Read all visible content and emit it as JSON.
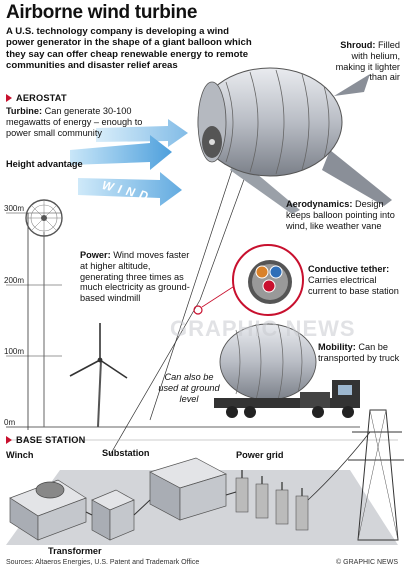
{
  "title": "Airborne wind turbine",
  "intro": "A U.S. technology company is developing a wind power generator in the shape of a giant balloon which they say can offer cheap renewable energy to remote communities and disaster relief areas",
  "sections": {
    "aerostat": "AEROSTAT",
    "base_station": "BASE STATION"
  },
  "callouts": {
    "turbine": {
      "head": "Turbine:",
      "body": "Can generate 30-100 megawatts of energy – enough to power small community"
    },
    "shroud": {
      "head": "Shroud:",
      "body": "Filled with helium, making it lighter than air"
    },
    "height": {
      "head": "Height advantage"
    },
    "aerodynamics": {
      "head": "Aerodynamics:",
      "body": "Design keeps balloon pointing into wind, like weather vane"
    },
    "power": {
      "head": "Power:",
      "body": "Wind moves faster at higher altitude, generating three times as much electricity as ground-based windmill"
    },
    "tether": {
      "head": "Conductive tether:",
      "body": "Carries electrical current to base station"
    },
    "mobility": {
      "head": "Mobility:",
      "body": "Can be transported by truck"
    },
    "ground": {
      "body": "Can also be used at ground level"
    }
  },
  "wind_label": "WIND",
  "altitude_axis": {
    "ticks": [
      "300m",
      "200m",
      "100m",
      "0m"
    ]
  },
  "base_labels": {
    "winch": "Winch",
    "substation": "Substation",
    "power_grid": "Power grid",
    "transformer": "Transformer"
  },
  "footer": {
    "sources": "Sources: Altaeros Energies, U.S. Patent and Trademark Office",
    "credit": "© GRAPHIC NEWS"
  },
  "watermark": "GRAPHIC NEWS",
  "colors": {
    "accent_red": "#c8102e",
    "balloon": "#c9ccd2",
    "wind_blue": "#3aa0e0"
  }
}
